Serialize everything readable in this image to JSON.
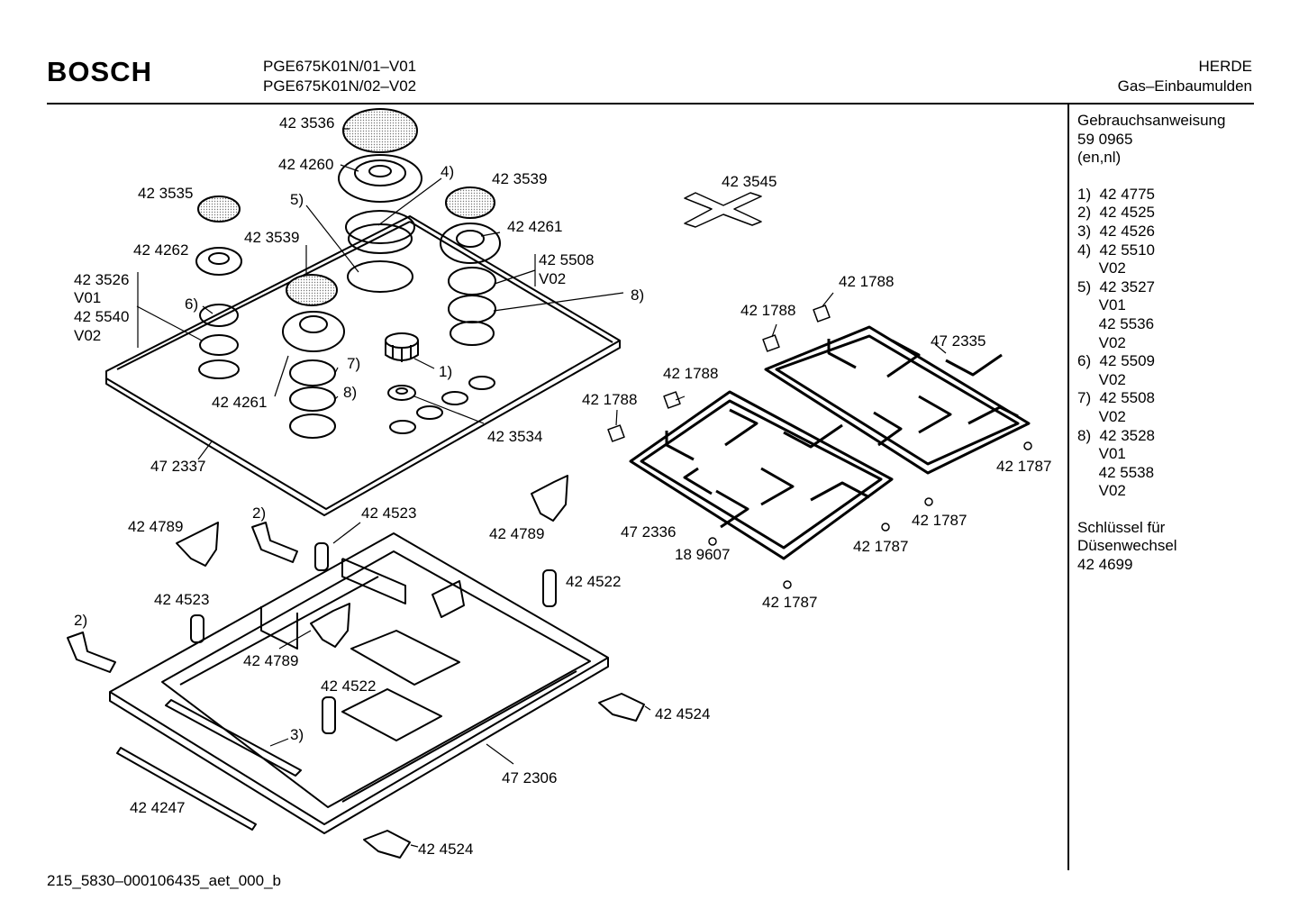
{
  "header": {
    "brand": "BOSCH",
    "models": [
      "PGE675K01N/01–V01",
      "PGE675K01N/02–V02"
    ],
    "category": [
      "HERDE",
      "Gas–Einbaumulden"
    ]
  },
  "sidebar": {
    "manual": [
      "Gebrauchsanweisung",
      "59 0965",
      "(en,nl)"
    ],
    "notes": [
      "1)  42 4775",
      "2)  42 4525",
      "3)  42 4526",
      "4)  42 5510",
      "     V02",
      "5)  42 3527",
      "     V01",
      "     42 5536",
      "     V02",
      "6)  42 5509",
      "     V02",
      "7)  42 5508",
      "     V02",
      "8)  42 3528",
      "     V01",
      "     42 5538",
      "     V02"
    ],
    "key": [
      "Schlüssel für",
      "Düsenwechsel",
      "42 4699"
    ]
  },
  "footer": {
    "code": "215_5830–000106435_aet_000_b"
  },
  "parts": [
    "42 3536",
    "42 4260",
    "4)",
    "42 3539",
    "42 3535",
    "5)",
    "42 4261",
    "42 3545",
    "42 4262",
    "42 3539",
    "42 5508",
    "V02",
    "42 3526",
    "V01",
    "42 5540",
    "V02",
    "6)",
    "8)",
    "42 1788",
    "42 1788",
    "47 2335",
    "7)",
    "1)",
    "8)",
    "42 4261",
    "42 1788",
    "42 1788",
    "42 3534",
    "47 2337",
    "42 1787",
    "42 1787",
    "47 2336",
    "42 1787",
    "18 9607",
    "42 1787",
    "2)",
    "42 4523",
    "42 4789",
    "42 4789",
    "42 4522",
    "42 4523",
    "2)",
    "42 4789",
    "42 4522",
    "42 4524",
    "3)",
    "47 2306",
    "42 4247",
    "42 4524"
  ]
}
